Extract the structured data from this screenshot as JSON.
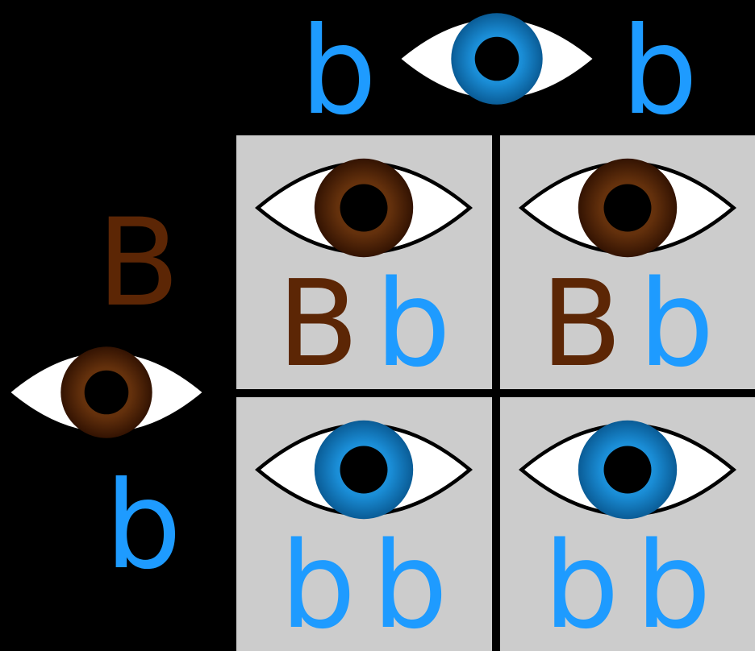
{
  "colors": {
    "allele_blue": "#1E9BFF",
    "allele_brown": "#5C2605",
    "cell_background": "#CCCCCC",
    "page_background": "#000000"
  },
  "top_parent": {
    "eye_icon": "blue-eye",
    "allele_left": "b",
    "allele_right": "b"
  },
  "left_parent": {
    "eye_icon": "brown-eye",
    "allele_top": "B",
    "allele_bottom": "b"
  },
  "grid": {
    "cells": [
      {
        "eye_icon": "brown-eye",
        "allele_first": "B",
        "allele_second": "b"
      },
      {
        "eye_icon": "brown-eye",
        "allele_first": "B",
        "allele_second": "b"
      },
      {
        "eye_icon": "blue-eye",
        "allele_first": "b",
        "allele_second": "b"
      },
      {
        "eye_icon": "blue-eye",
        "allele_first": "b",
        "allele_second": "b"
      }
    ]
  }
}
